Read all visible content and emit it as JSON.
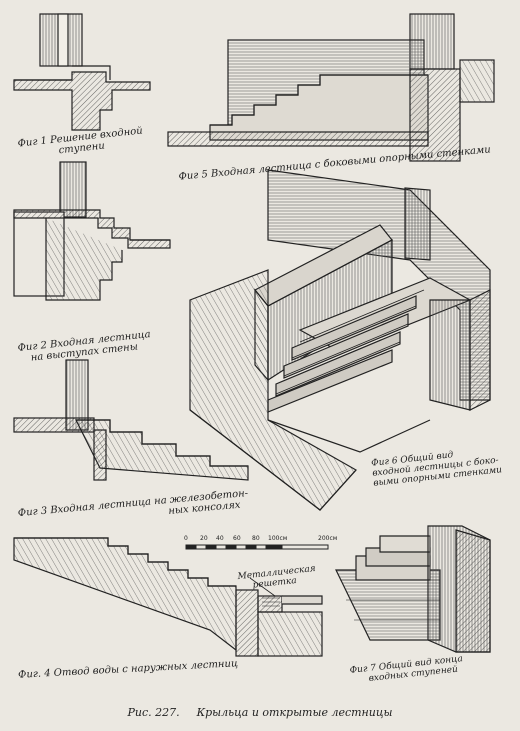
{
  "figures": {
    "fig1": {
      "line1": "Фиг 1 Решение входной",
      "line2": "ступени"
    },
    "fig2": {
      "line1": "Фиг 2 Входная лестница",
      "line2": "на выступах стены"
    },
    "fig3": {
      "line1": "Фиг 3 Входная лестница на железобетон-",
      "line2": "ных консолях"
    },
    "fig4": {
      "line1": "Фиг. 4 Отвод воды с наружных лестниц"
    },
    "fig5": {
      "line1": "Фиг 5 Входная лестница с боковыми опорными стенками"
    },
    "fig6": {
      "line1": "Фиг 6 Общий вид",
      "line2": "входной лестницы с боко-",
      "line3": "выми опорными стенками"
    },
    "fig7": {
      "line1": "Фиг 7 Общий вид конца",
      "line2": "входных ступеней"
    }
  },
  "annotation": {
    "line1": "Металлическая",
    "line2": "решетка"
  },
  "scale": {
    "ticks": [
      "0",
      "20",
      "40",
      "60",
      "80",
      "100см"
    ],
    "end": "200см"
  },
  "caption": {
    "number": "Рис. 227.",
    "title": "Крыльца и открытые лестницы"
  }
}
